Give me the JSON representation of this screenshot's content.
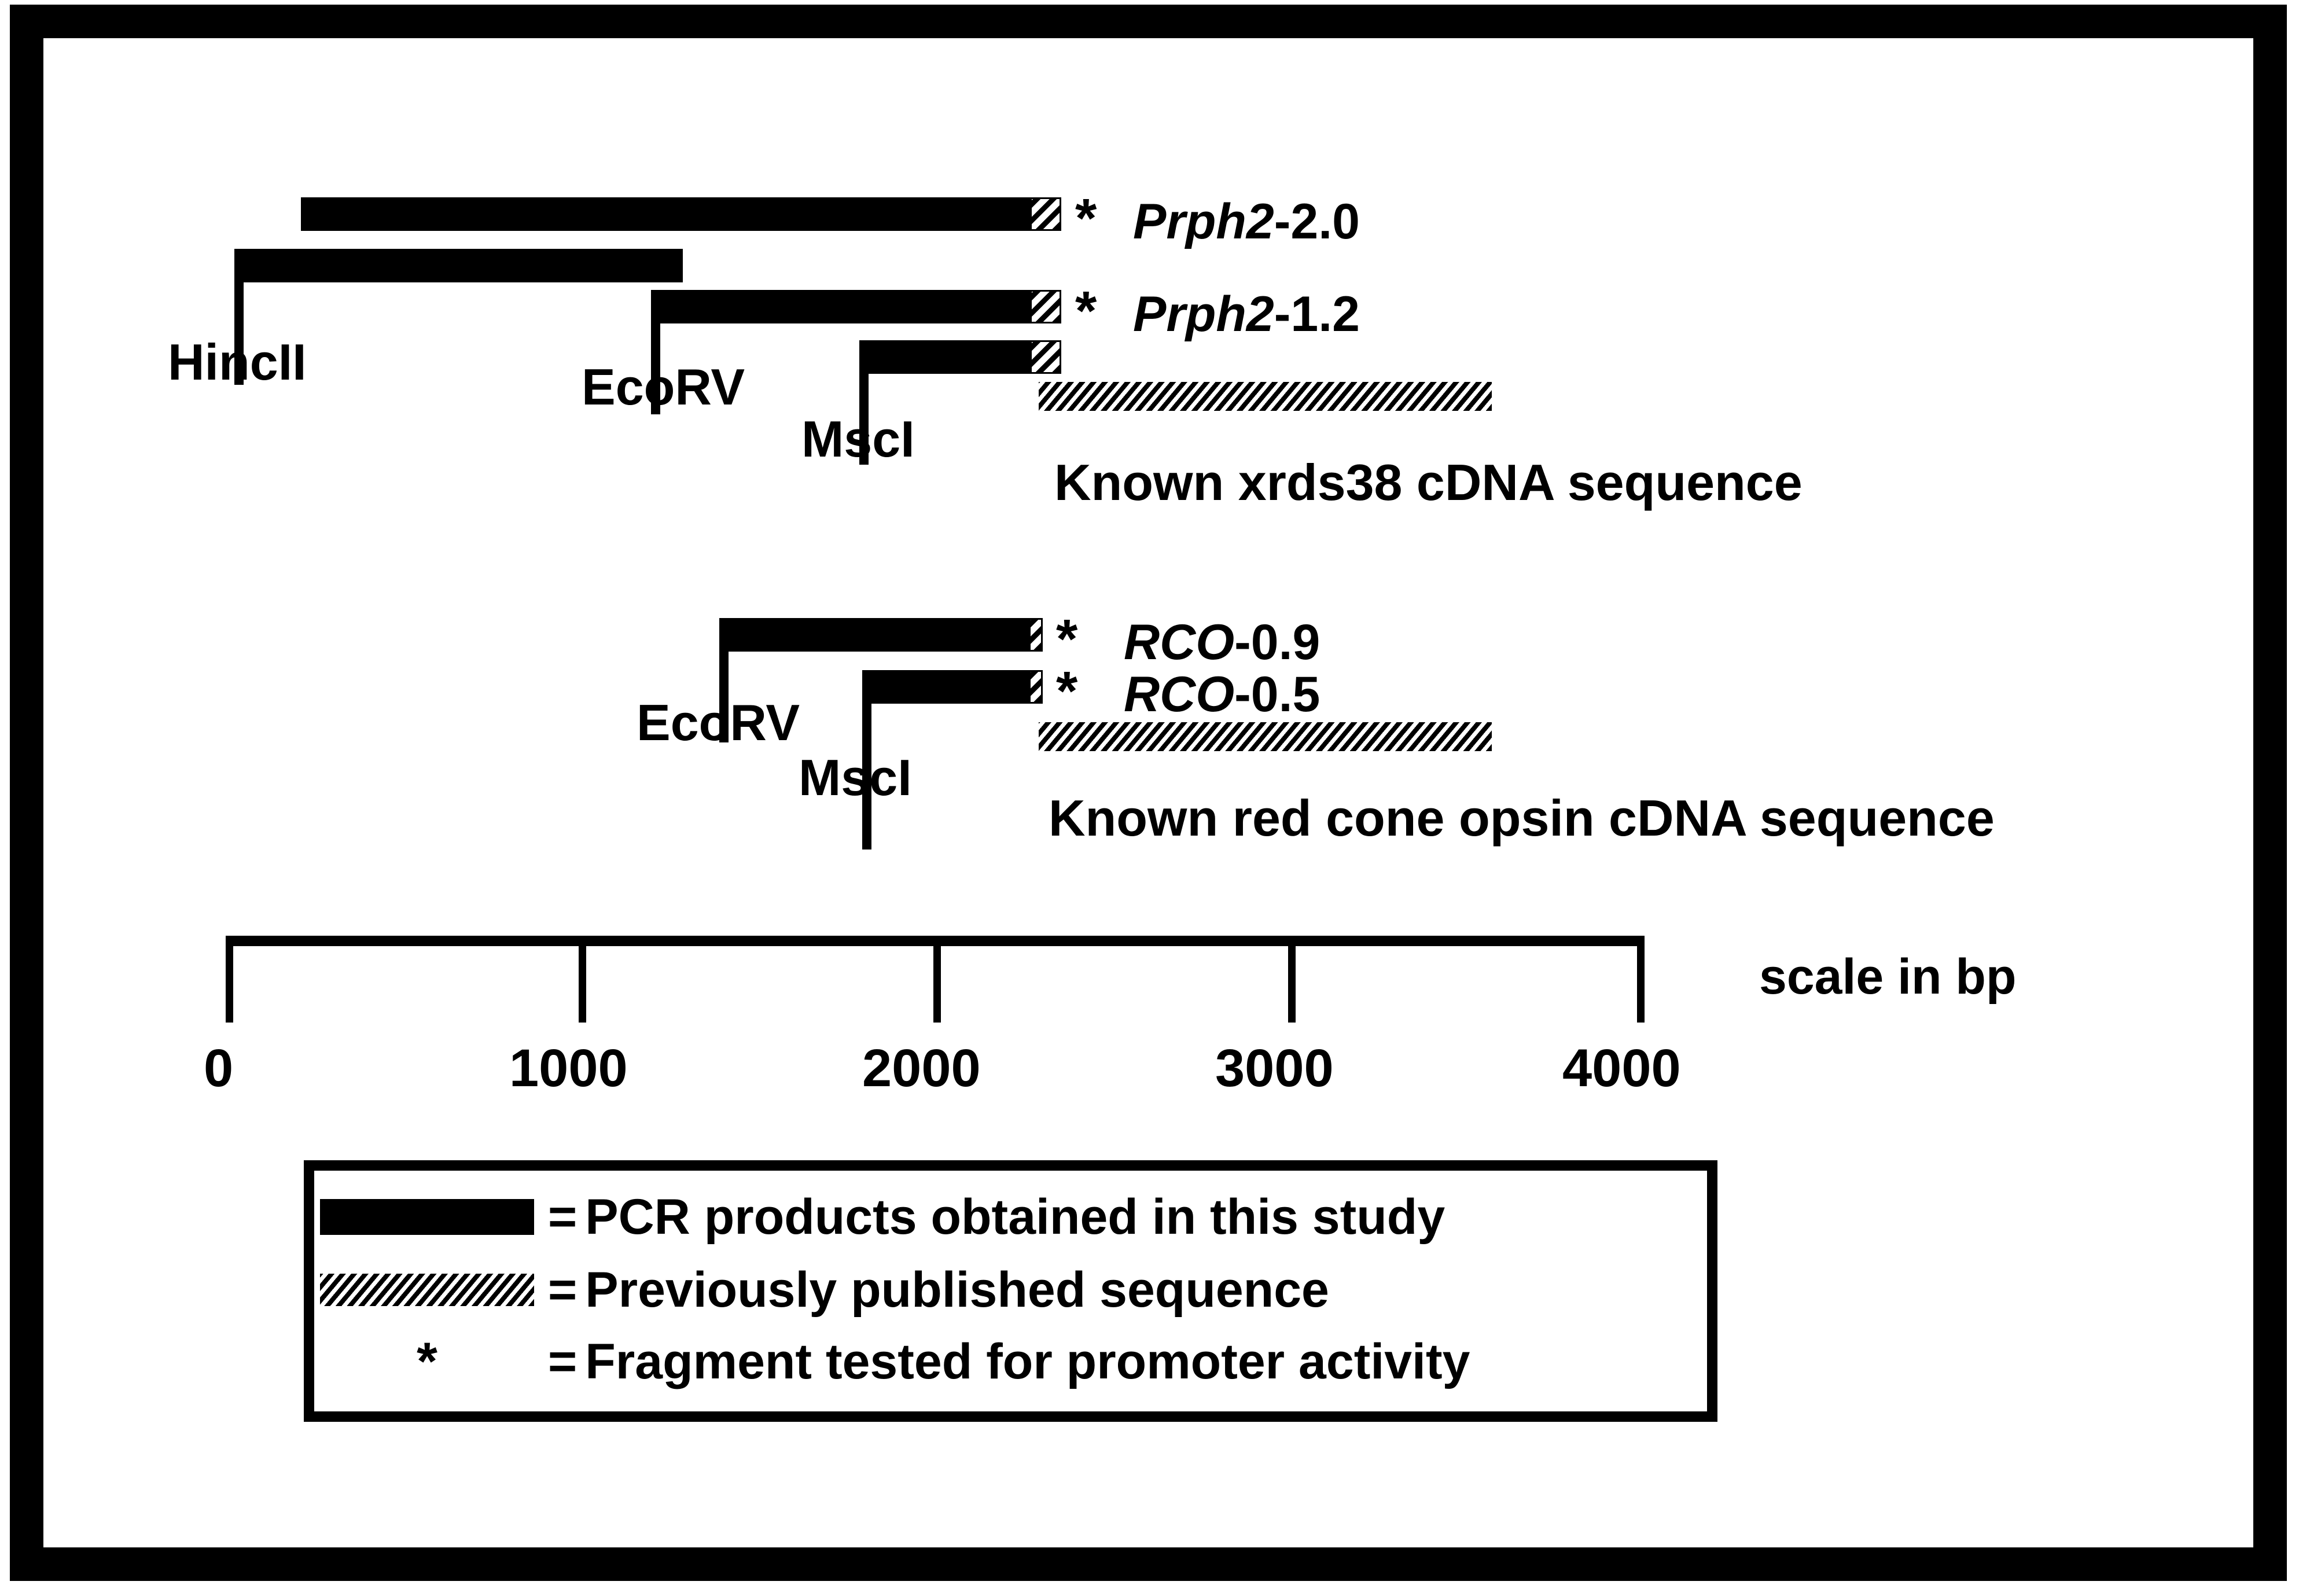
{
  "figure": {
    "title": "Restriction map and PCR fragment diagram",
    "scale_units": "bp"
  },
  "chart_data": {
    "type": "bar",
    "title": "Restriction map of Prph2 and red cone opsin promoter fragments",
    "xlabel": "scale in bp",
    "xlim": [
      0,
      4000
    ],
    "x_ticks": [
      0,
      1000,
      2000,
      3000,
      4000
    ],
    "x_tick_labels": [
      "0",
      "1000",
      "2000",
      "3000",
      "4000"
    ],
    "grid": false,
    "legend_position": "bottom",
    "series": [
      {
        "name": "Prph2-2.0",
        "group": "xrds38",
        "kind": "pcr-product",
        "start_bp": 230,
        "end_bp": 2430,
        "tested_for_promoter": true
      },
      {
        "name": "HincII fragment",
        "group": "xrds38",
        "kind": "pcr-product",
        "start_bp": 0,
        "end_bp": 1280,
        "tested_for_promoter": false
      },
      {
        "name": "Prph2-1.2",
        "group": "xrds38",
        "kind": "pcr-product",
        "start_bp": 1220,
        "end_bp": 2430,
        "tested_for_promoter": true
      },
      {
        "name": "MscI fragment",
        "group": "xrds38",
        "kind": "pcr-product",
        "start_bp": 1760,
        "end_bp": 2430,
        "tested_for_promoter": false
      },
      {
        "name": "Known xrds38 cDNA sequence",
        "group": "xrds38",
        "kind": "published-sequence",
        "start_bp": 2390,
        "end_bp": 3860,
        "tested_for_promoter": false
      },
      {
        "name": "RCO-0.9",
        "group": "red-cone-opsin",
        "kind": "pcr-product",
        "start_bp": 1490,
        "end_bp": 2390,
        "tested_for_promoter": true
      },
      {
        "name": "RCO-0.5",
        "group": "red-cone-opsin",
        "kind": "pcr-product",
        "start_bp": 1860,
        "end_bp": 2390,
        "tested_for_promoter": true
      },
      {
        "name": "Known red cone opsin cDNA sequence",
        "group": "red-cone-opsin",
        "kind": "published-sequence",
        "start_bp": 2390,
        "end_bp": 3860,
        "tested_for_promoter": false
      }
    ]
  },
  "top_map": {
    "fragments": [
      {
        "name_italic": "Prph2",
        "name_plain": "-2.0",
        "star": "*"
      },
      {
        "name_italic": "Prph2",
        "name_plain": "-1.2",
        "star": "*"
      }
    ],
    "enzymes": [
      {
        "label": "HincII"
      },
      {
        "label": "EcoRV"
      },
      {
        "label": "MscI"
      }
    ],
    "sequence_caption": "Known xrds38 cDNA sequence"
  },
  "bottom_map": {
    "fragments": [
      {
        "name_italic": "RCO",
        "name_plain": "-0.9",
        "star": "*"
      },
      {
        "name_italic": "RCO",
        "name_plain": "-0.5",
        "star": "*"
      }
    ],
    "enzymes": [
      {
        "label": "EcoRV"
      },
      {
        "label": "MscI"
      }
    ],
    "sequence_caption": "Known red cone opsin cDNA sequence"
  },
  "scale": {
    "caption": "scale in bp",
    "ticks": [
      "0",
      "1000",
      "2000",
      "3000",
      "4000"
    ]
  },
  "legend": {
    "rows": [
      {
        "swatch": "solid-black-bar",
        "equals": "=",
        "text": "PCR products obtained in this study"
      },
      {
        "swatch": "hatched-bar",
        "equals": "=",
        "text": "Previously published sequence"
      },
      {
        "swatch": "asterisk",
        "equals": "=",
        "text": "Fragment tested for promoter activity"
      }
    ],
    "asterisk_glyph": "*"
  },
  "colors": {
    "ink": "#000000",
    "paper": "#ffffff"
  }
}
